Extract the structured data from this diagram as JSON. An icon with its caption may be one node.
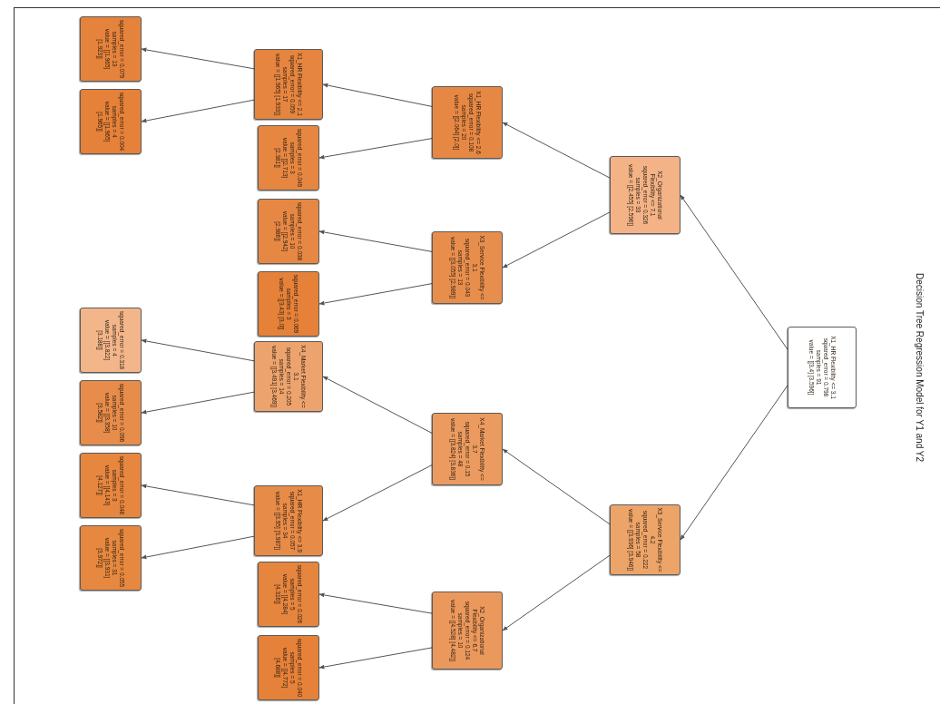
{
  "diagram": {
    "title": "Decision Tree Regression Model for Y1 and Y2",
    "nodes": [
      {
        "text": [
          "X1_HR Flexibility <= 3.1",
          "squared_error = 0.798",
          "samples = 91",
          "value = [[3.4] [3.596]]"
        ]
      },
      {
        "text": [
          "X2_Organizational Flexibility <= 7.1",
          "squared_error = 0.326",
          "samples = 33",
          "value = [[2.455] [2.596]]"
        ]
      },
      {
        "text": [
          "X3_Service Flexibility <= 4.2",
          "squared_error = 0.222",
          "samples = 58",
          "value = [[3.936] [3.946]]"
        ]
      },
      {
        "text": [
          "X1_HR Flexibility <= 2.6",
          "squared_error = 0.108",
          "samples = 20",
          "value = [[2.064] [2.0]]"
        ]
      },
      {
        "text": [
          "X3_Service Flexibility <= 3.1",
          "squared_error = 0.043",
          "samples = 13",
          "value = [[3.055] [2.989]]"
        ]
      },
      {
        "text": [
          "X4_Market Flexibility <= 3.7",
          "squared_error = 0.15",
          "samples = 48",
          "value = [[3.824] [3.836]]"
        ]
      },
      {
        "text": [
          "X2_Organizational Flexibility <= 6.7",
          "squared_error = 0.124",
          "samples = 10",
          "value = [[4.528] [4.482]]"
        ]
      },
      {
        "text": [
          "X1_HR Flexibility <= 2.1",
          "squared_error = 0.059",
          "samples = 17",
          "value = [[1.965] [1.933]]"
        ]
      },
      {
        "text": [
          "squared_error = 0.049",
          "samples = 3",
          "value = [[2.713] [2.381]]"
        ]
      },
      {
        "text": [
          "squared_error = 0.038",
          "samples = 10",
          "value = [[2.942] [2.986]]"
        ]
      },
      {
        "text": [
          "squared_error = 0.069",
          "samples = 3",
          "value = [[3.43] [3.0]]"
        ]
      },
      {
        "text": [
          "X4_Market Flexibility <= 3.1",
          "squared_error = 0.205",
          "samples = 14",
          "value = [[3.491] [3.469]]"
        ]
      },
      {
        "text": [
          "X1_HR Flexibility <= 3.9",
          "squared_error = 0.057",
          "samples = 34",
          "value = [[3.95] [3.987]]"
        ]
      },
      {
        "text": [
          "squared_error = 0.026",
          "samples = 5",
          "value = [[4.284] [4.316]]"
        ]
      },
      {
        "text": [
          "squared_error = 0.040",
          "samples = 5",
          "value = [[4.772] [4.688]]"
        ]
      },
      {
        "text": [
          "squared_error = 0.079",
          "samples = 13",
          "value = [[1.965] [1.923]]"
        ]
      },
      {
        "text": [
          "squared_error = 0.004",
          "samples = 4",
          "value = [[1.965] [1.965]]"
        ]
      },
      {
        "text": [
          "squared_error = 0.318",
          "samples = 4",
          "value = [[3.822] [3.188]]"
        ]
      },
      {
        "text": [
          "squared_error = 0.096",
          "samples = 10",
          "value = [[3.358] [3.582]]"
        ]
      },
      {
        "text": [
          "squared_error = 0.048",
          "samples = 3",
          "value = [[4.143] [4.127]]"
        ]
      },
      {
        "text": [
          "squared_error = 0.055",
          "samples = 31",
          "value = [[3.931] [3.972]]"
        ]
      }
    ],
    "edges": [
      {
        "from": 0,
        "to": 1,
        "arrow": "to"
      },
      {
        "from": 0,
        "to": 2,
        "arrow": "to"
      },
      {
        "from": 1,
        "to": 3,
        "arrow": "to"
      },
      {
        "from": 1,
        "to": 4,
        "arrow": "to"
      },
      {
        "from": 2,
        "to": 5,
        "arrow": "to"
      },
      {
        "from": 2,
        "to": 6,
        "arrow": "to"
      },
      {
        "from": 3,
        "to": 7,
        "arrow": "to"
      },
      {
        "from": 3,
        "to": 8,
        "arrow": "to"
      },
      {
        "from": 4,
        "to": 9,
        "arrow": "to"
      },
      {
        "from": 4,
        "to": 10,
        "arrow": "to"
      },
      {
        "from": 5,
        "to": 11,
        "arrow": "to"
      },
      {
        "from": 5,
        "to": 12,
        "arrow": "to"
      },
      {
        "from": 6,
        "to": 13,
        "arrow": "to"
      },
      {
        "from": 6,
        "to": 14,
        "arrow": "to"
      },
      {
        "from": 7,
        "to": 15,
        "arrow": "to"
      },
      {
        "from": 7,
        "to": 16,
        "arrow": "to"
      },
      {
        "from": 11,
        "to": 17,
        "arrow": "to"
      },
      {
        "from": 11,
        "to": 18,
        "arrow": "to"
      },
      {
        "from": 12,
        "to": 19,
        "arrow": "to"
      },
      {
        "from": 12,
        "to": 20,
        "arrow": "to"
      }
    ]
  }
}
